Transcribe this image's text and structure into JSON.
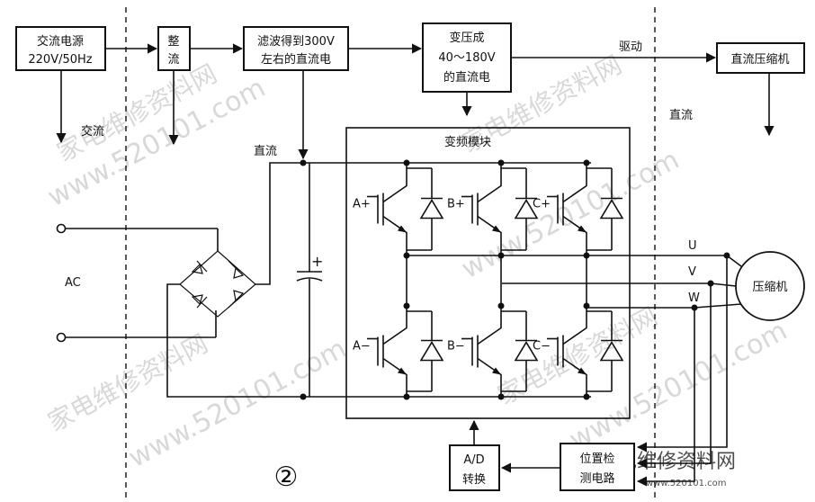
{
  "blocks": {
    "ac_source": [
      "交流电源",
      "220V/50Hz"
    ],
    "rectifier": [
      "整",
      "流"
    ],
    "filter": [
      "滤波得到300V",
      "左右的直流电"
    ],
    "transform": [
      "变压成",
      "40～180V",
      "的直流电"
    ],
    "dc_compressor": "直流压缩机",
    "inverter_title": "变频模块",
    "compressor": "压缩机",
    "ad": [
      "A/D",
      "转换"
    ],
    "position_detect": [
      "位置检",
      "测电路"
    ]
  },
  "labels": {
    "ac_flow": "交流",
    "dc_flow_right": "直流",
    "dc_bus": "直流",
    "drive": "驱动",
    "ac_input": "AC",
    "phase_u": "U",
    "phase_v": "V",
    "phase_w": "W",
    "figure_number": "②",
    "capacitor_plus": "+"
  },
  "switches": [
    "A+",
    "B+",
    "C+",
    "A−",
    "B−",
    "C−"
  ],
  "watermark": {
    "url": "www.520101.com",
    "cn": "家电维修资料网",
    "logo_url": "www.520101.com"
  }
}
